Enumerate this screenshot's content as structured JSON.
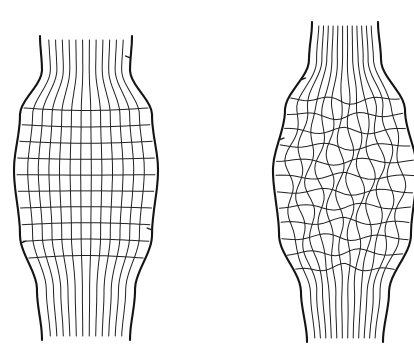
{
  "figures": [
    {
      "name": "regular-mesh-bulge",
      "mesh": "regular"
    },
    {
      "name": "irregular-mesh-bulge",
      "mesh": "wavy"
    }
  ],
  "colors": {
    "background": "#ffffff",
    "ink": "#141414"
  }
}
